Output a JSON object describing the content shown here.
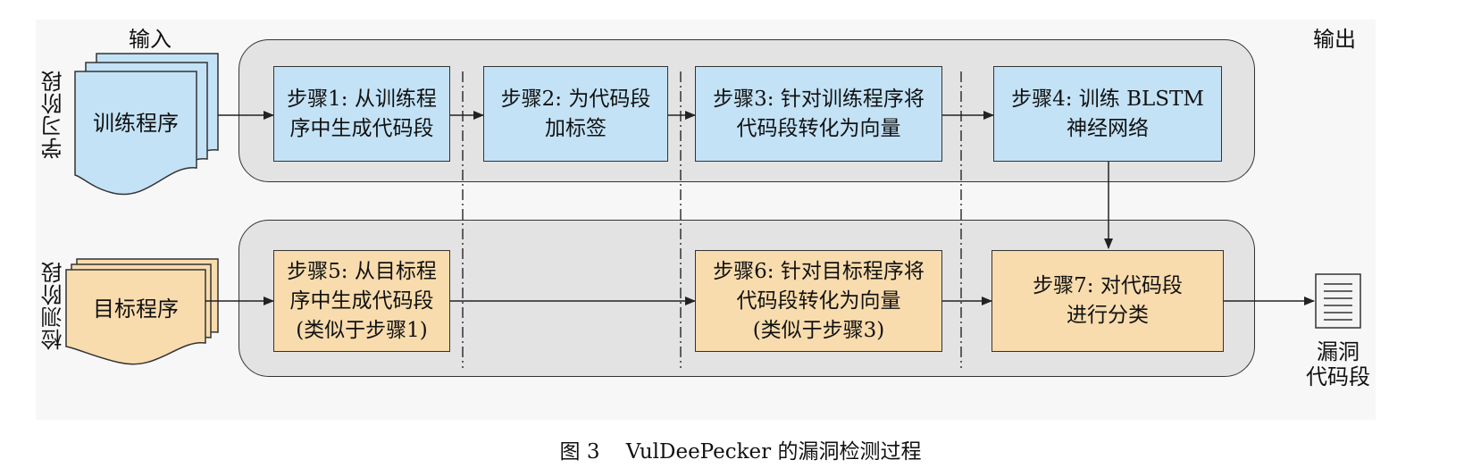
{
  "labels": {
    "input": "输入",
    "output": "输出",
    "learning_phase": "学习阶段",
    "detection_phase": "检测阶段"
  },
  "documents": {
    "training_programs": "训练程序",
    "target_programs": "目标程序",
    "vulnerable_gadgets": [
      "漏洞",
      "代码段"
    ]
  },
  "steps": [
    {
      "id": 1,
      "lines": [
        "步骤1: 从训练程",
        "序中生成代码段"
      ]
    },
    {
      "id": 2,
      "lines": [
        "步骤2: 为代码段",
        "加标签"
      ]
    },
    {
      "id": 3,
      "lines": [
        "步骤3: 针对训练程序将",
        "代码段转化为向量"
      ]
    },
    {
      "id": 4,
      "lines": [
        "步骤4: 训练 BLSTM",
        "神经网络"
      ]
    },
    {
      "id": 5,
      "lines": [
        "步骤5: 从目标程",
        "序中生成代码段",
        "(类似于步骤1)"
      ]
    },
    {
      "id": 6,
      "lines": [
        "步骤6: 针对目标程序将",
        "代码段转化为向量",
        "(类似于步骤3)"
      ]
    },
    {
      "id": 7,
      "lines": [
        "步骤7: 对代码段",
        "进行分类"
      ]
    }
  ],
  "caption": "图 3    VulDeePecker 的漏洞检测过程",
  "colors": {
    "learning_step": "#c3e2f6",
    "detection_step": "#f8dcae",
    "panel": "#e3e3e3",
    "training_doc": "#c3e2f6",
    "target_doc": "#f8dcae",
    "stroke": "#333333"
  }
}
